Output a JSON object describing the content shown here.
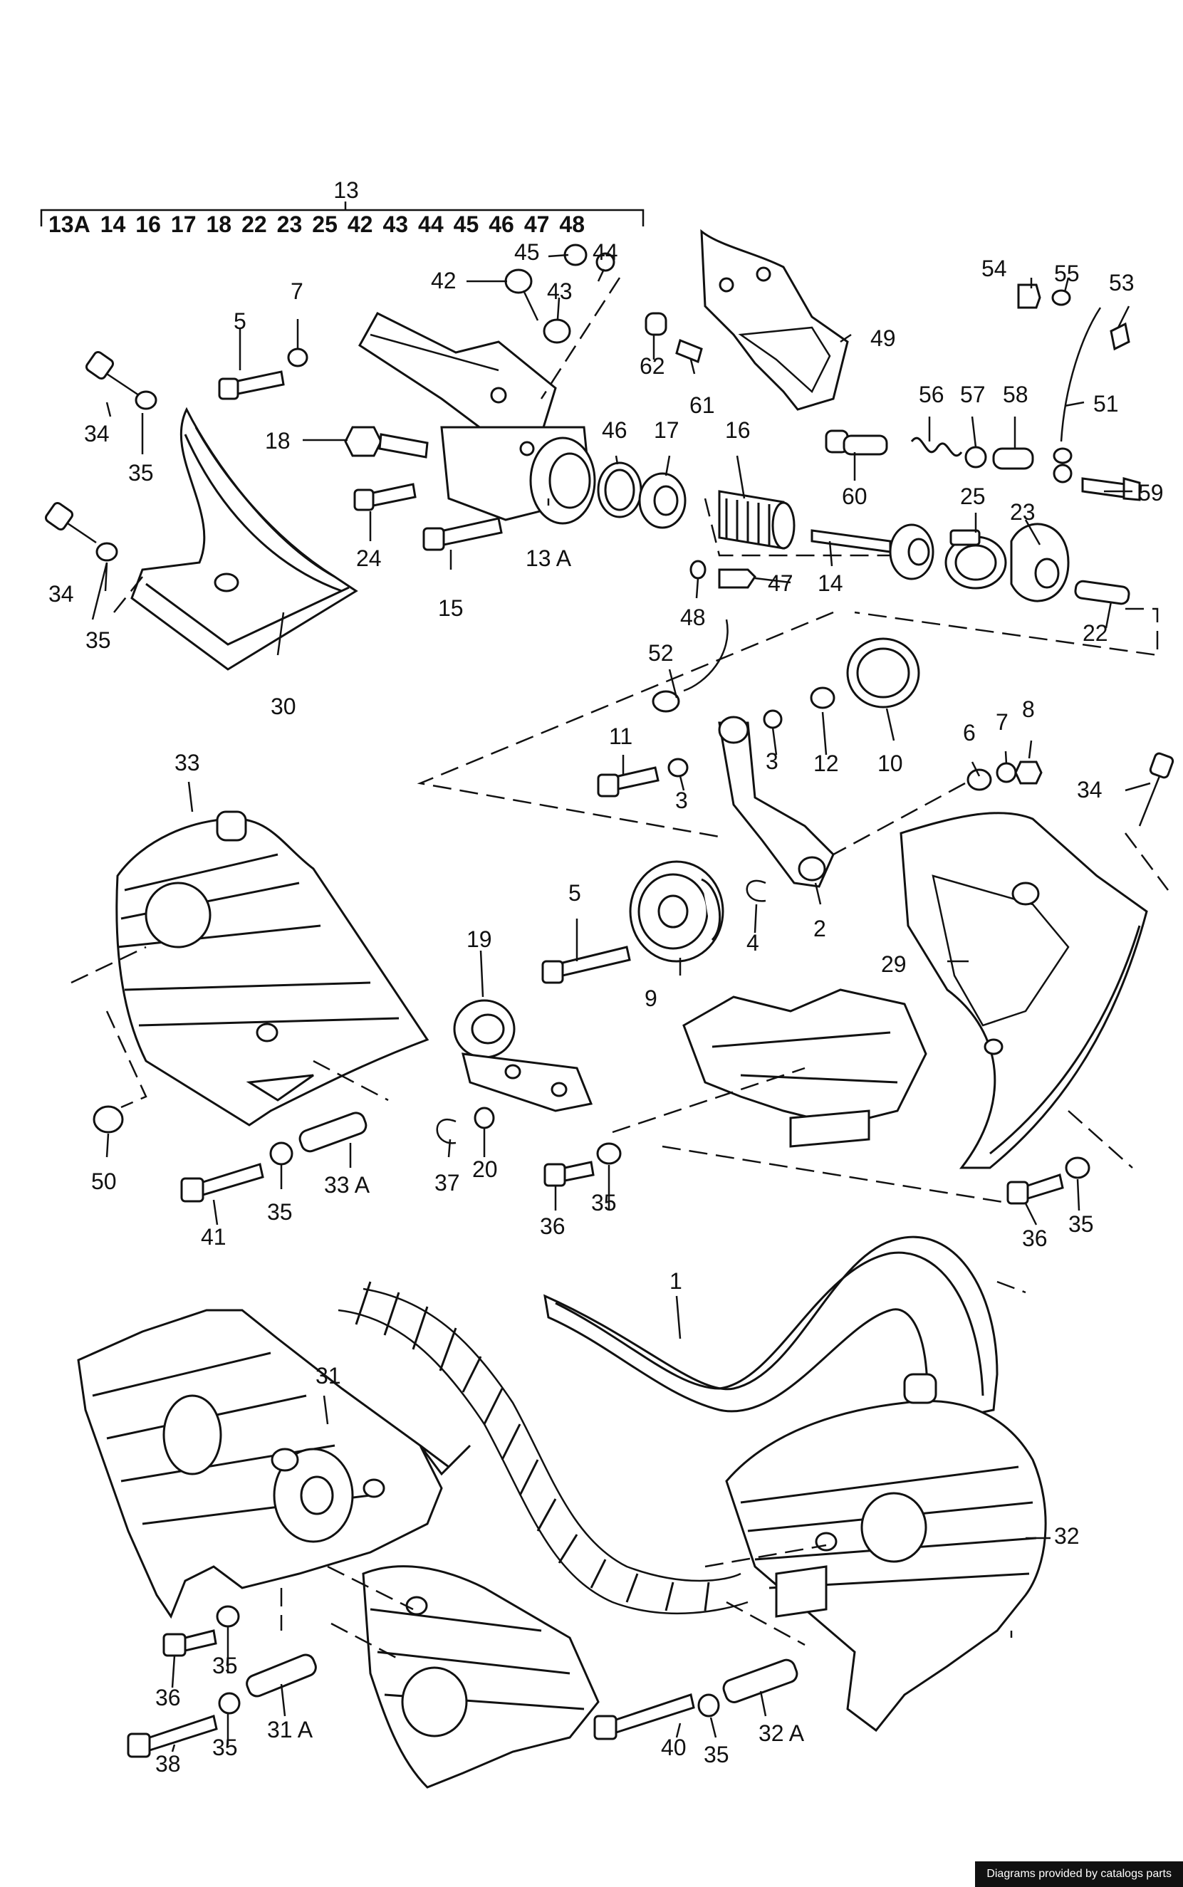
{
  "header": {
    "group_number": "13",
    "group_members": [
      "13A",
      "14",
      "16",
      "17",
      "18",
      "22",
      "23",
      "25",
      "42",
      "43",
      "44",
      "45",
      "46",
      "47",
      "48"
    ]
  },
  "callouts": [
    {
      "id": "c45",
      "text": "45"
    },
    {
      "id": "c44",
      "text": "44"
    },
    {
      "id": "c42",
      "text": "42"
    },
    {
      "id": "c43",
      "text": "43"
    },
    {
      "id": "c7a",
      "text": "7"
    },
    {
      "id": "c5a",
      "text": "5"
    },
    {
      "id": "c34a",
      "text": "34"
    },
    {
      "id": "c35a",
      "text": "35"
    },
    {
      "id": "c18",
      "text": "18"
    },
    {
      "id": "c24",
      "text": "24"
    },
    {
      "id": "c15",
      "text": "15"
    },
    {
      "id": "c13A",
      "text": "13 A"
    },
    {
      "id": "c46",
      "text": "46"
    },
    {
      "id": "c17",
      "text": "17"
    },
    {
      "id": "c16",
      "text": "16"
    },
    {
      "id": "c62",
      "text": "62"
    },
    {
      "id": "c61",
      "text": "61"
    },
    {
      "id": "c49",
      "text": "49"
    },
    {
      "id": "c54",
      "text": "54"
    },
    {
      "id": "c55",
      "text": "55"
    },
    {
      "id": "c53",
      "text": "53"
    },
    {
      "id": "c51",
      "text": "51"
    },
    {
      "id": "c56",
      "text": "56"
    },
    {
      "id": "c57",
      "text": "57"
    },
    {
      "id": "c58",
      "text": "58"
    },
    {
      "id": "c60",
      "text": "60"
    },
    {
      "id": "c59",
      "text": "59"
    },
    {
      "id": "c25",
      "text": "25"
    },
    {
      "id": "c23",
      "text": "23"
    },
    {
      "id": "c14",
      "text": "14"
    },
    {
      "id": "c47",
      "text": "47"
    },
    {
      "id": "c48",
      "text": "48"
    },
    {
      "id": "c22",
      "text": "22"
    },
    {
      "id": "c34b",
      "text": "34"
    },
    {
      "id": "c35b",
      "text": "35"
    },
    {
      "id": "c30",
      "text": "30"
    },
    {
      "id": "c52",
      "text": "52"
    },
    {
      "id": "c11",
      "text": "11"
    },
    {
      "id": "c3a",
      "text": "3"
    },
    {
      "id": "c3b",
      "text": "3"
    },
    {
      "id": "c12",
      "text": "12"
    },
    {
      "id": "c10",
      "text": "10"
    },
    {
      "id": "c6",
      "text": "6"
    },
    {
      "id": "c7b",
      "text": "7"
    },
    {
      "id": "c8",
      "text": "8"
    },
    {
      "id": "c34c",
      "text": "34"
    },
    {
      "id": "c33",
      "text": "33"
    },
    {
      "id": "c5b",
      "text": "5"
    },
    {
      "id": "c9",
      "text": "9"
    },
    {
      "id": "c4",
      "text": "4"
    },
    {
      "id": "c2",
      "text": "2"
    },
    {
      "id": "c29",
      "text": "29"
    },
    {
      "id": "c19",
      "text": "19"
    },
    {
      "id": "c50",
      "text": "50"
    },
    {
      "id": "c41",
      "text": "41"
    },
    {
      "id": "c35c",
      "text": "35"
    },
    {
      "id": "c33A",
      "text": "33 A"
    },
    {
      "id": "c37",
      "text": "37"
    },
    {
      "id": "c20",
      "text": "20"
    },
    {
      "id": "c36a",
      "text": "36"
    },
    {
      "id": "c35d",
      "text": "35"
    },
    {
      "id": "c36b",
      "text": "36"
    },
    {
      "id": "c35e",
      "text": "35"
    },
    {
      "id": "c1",
      "text": "1"
    },
    {
      "id": "c31",
      "text": "31"
    },
    {
      "id": "c32",
      "text": "32"
    },
    {
      "id": "c36c",
      "text": "36"
    },
    {
      "id": "c35f",
      "text": "35"
    },
    {
      "id": "c31A",
      "text": "31 A"
    },
    {
      "id": "c38",
      "text": "38"
    },
    {
      "id": "c35g",
      "text": "35"
    },
    {
      "id": "c40",
      "text": "40"
    },
    {
      "id": "c35h",
      "text": "35"
    },
    {
      "id": "c32A",
      "text": "32 A"
    }
  ],
  "credit": "Diagrams provided by catalogs parts"
}
